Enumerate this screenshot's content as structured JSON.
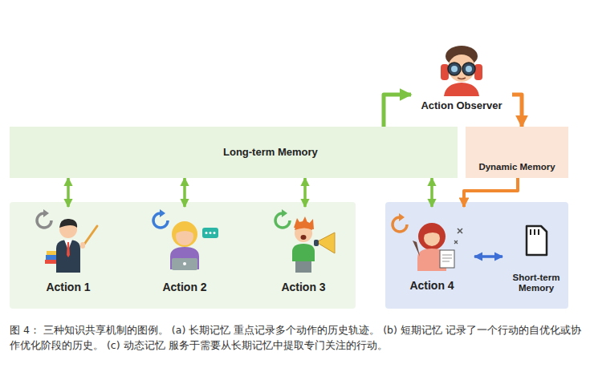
{
  "diagram": {
    "caption": "图 4： 三种知识共享机制的图例。 (a) 长期记忆 重点记录多个动作的历史轨迹。 (b) 短期记忆 记录了一个行动的自优化或协作优化阶段的历史。 (c) 动态记忆 服务于需要从长期记忆中提取专门关注的行动。",
    "nodes": [
      {
        "text": [
          "Action Observer"
        ]
      },
      {
        "text": [
          "Long-term Memory"
        ]
      },
      {
        "text": [
          "Dynamic Memory"
        ]
      },
      {
        "text": [
          "Action 1"
        ]
      },
      {
        "text": [
          "Action 2"
        ]
      },
      {
        "text": [
          "Action 3"
        ]
      },
      {
        "text": [
          "Action 4"
        ]
      },
      {
        "text": [
          "Short-term Memory"
        ]
      }
    ],
    "edges": [
      {
        "from": 1,
        "to": 0,
        "arrow": "to"
      },
      {
        "from": 0,
        "to": 2,
        "arrow": "to"
      },
      {
        "from": 1,
        "to": 3,
        "arrow": "both"
      },
      {
        "from": 1,
        "to": 4,
        "arrow": "both"
      },
      {
        "from": 1,
        "to": 5,
        "arrow": "both"
      },
      {
        "from": 1,
        "to": 6,
        "arrow": "both"
      },
      {
        "from": 2,
        "to": 6,
        "arrow": "to"
      },
      {
        "from": 6,
        "to": 7,
        "arrow": "both"
      }
    ]
  }
}
